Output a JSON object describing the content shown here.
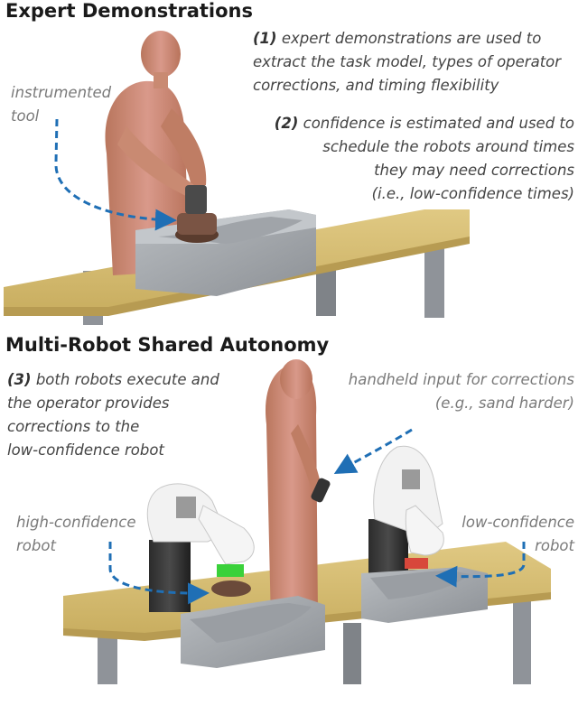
{
  "sections": {
    "top_title": "Expert Demonstrations",
    "bottom_title": "Multi-Robot Shared Autonomy"
  },
  "notes": {
    "n1_num": "(1)",
    "n1_em": "expert demonstrations",
    "n1_l1_rest": "are used to",
    "n1_l2": "extract the task model, types of operator",
    "n1_l3": "corrections, and timing flexibility",
    "n2_num": "(2)",
    "n2_l1_rest": "confidence is estimated and used to",
    "n2_l2": "schedule the robots around times",
    "n2_l3": "they may need corrections",
    "n2_l4": "(i.e., low-confidence times)",
    "n3_num": "(3)",
    "n3_l1_rest": "both robots execute and",
    "n3_l2": "the operator provides",
    "n3_l3": "corrections to the",
    "n3_l4": "low-confidence robot"
  },
  "labels": {
    "tool_l1": "instrumented",
    "tool_l2": "tool",
    "handheld_l1": "handheld input for corrections",
    "handheld_l2": "(e.g., sand harder)",
    "high_l1": "high-confidence",
    "high_l2": "robot",
    "low_l1": "low-confidence",
    "low_l2": "robot"
  },
  "colors": {
    "arrow": "#1f6fb5",
    "person": "#c98a72",
    "table_top": "#d9c27a",
    "table_leg": "#8f9399",
    "workpiece": "#a4a8ad",
    "robot_white": "#f2f2f2",
    "robot_grey": "#9a9a9a",
    "highlight_green": "#3ad13a",
    "highlight_red": "#d8473b",
    "sander": "#6b4a3a"
  }
}
